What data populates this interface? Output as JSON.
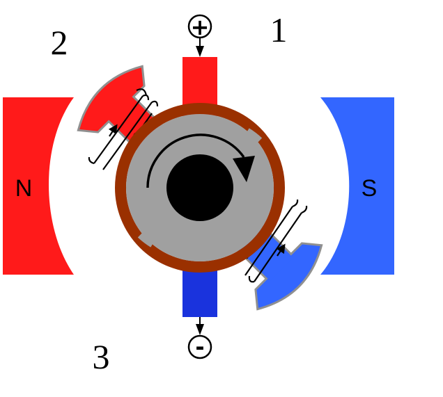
{
  "labels": {
    "num_1": "1",
    "num_2": "2",
    "num_3": "3",
    "north": "N",
    "south": "S",
    "plus": "+",
    "minus": "-"
  },
  "colors": {
    "north_pole": "#ff1a1a",
    "south_pole": "#3366ff",
    "brush_top": "#ff1a1a",
    "brush_bottom": "#1a33dd",
    "commutator": "#9a3000",
    "rotor": "#a0a0a0",
    "shaft": "#000000",
    "outline": "#909090"
  },
  "icons": {
    "rotation": "clockwise-rotation-arrow-icon",
    "plus_terminal": "plus-circle-icon",
    "minus_terminal": "minus-circle-icon"
  }
}
